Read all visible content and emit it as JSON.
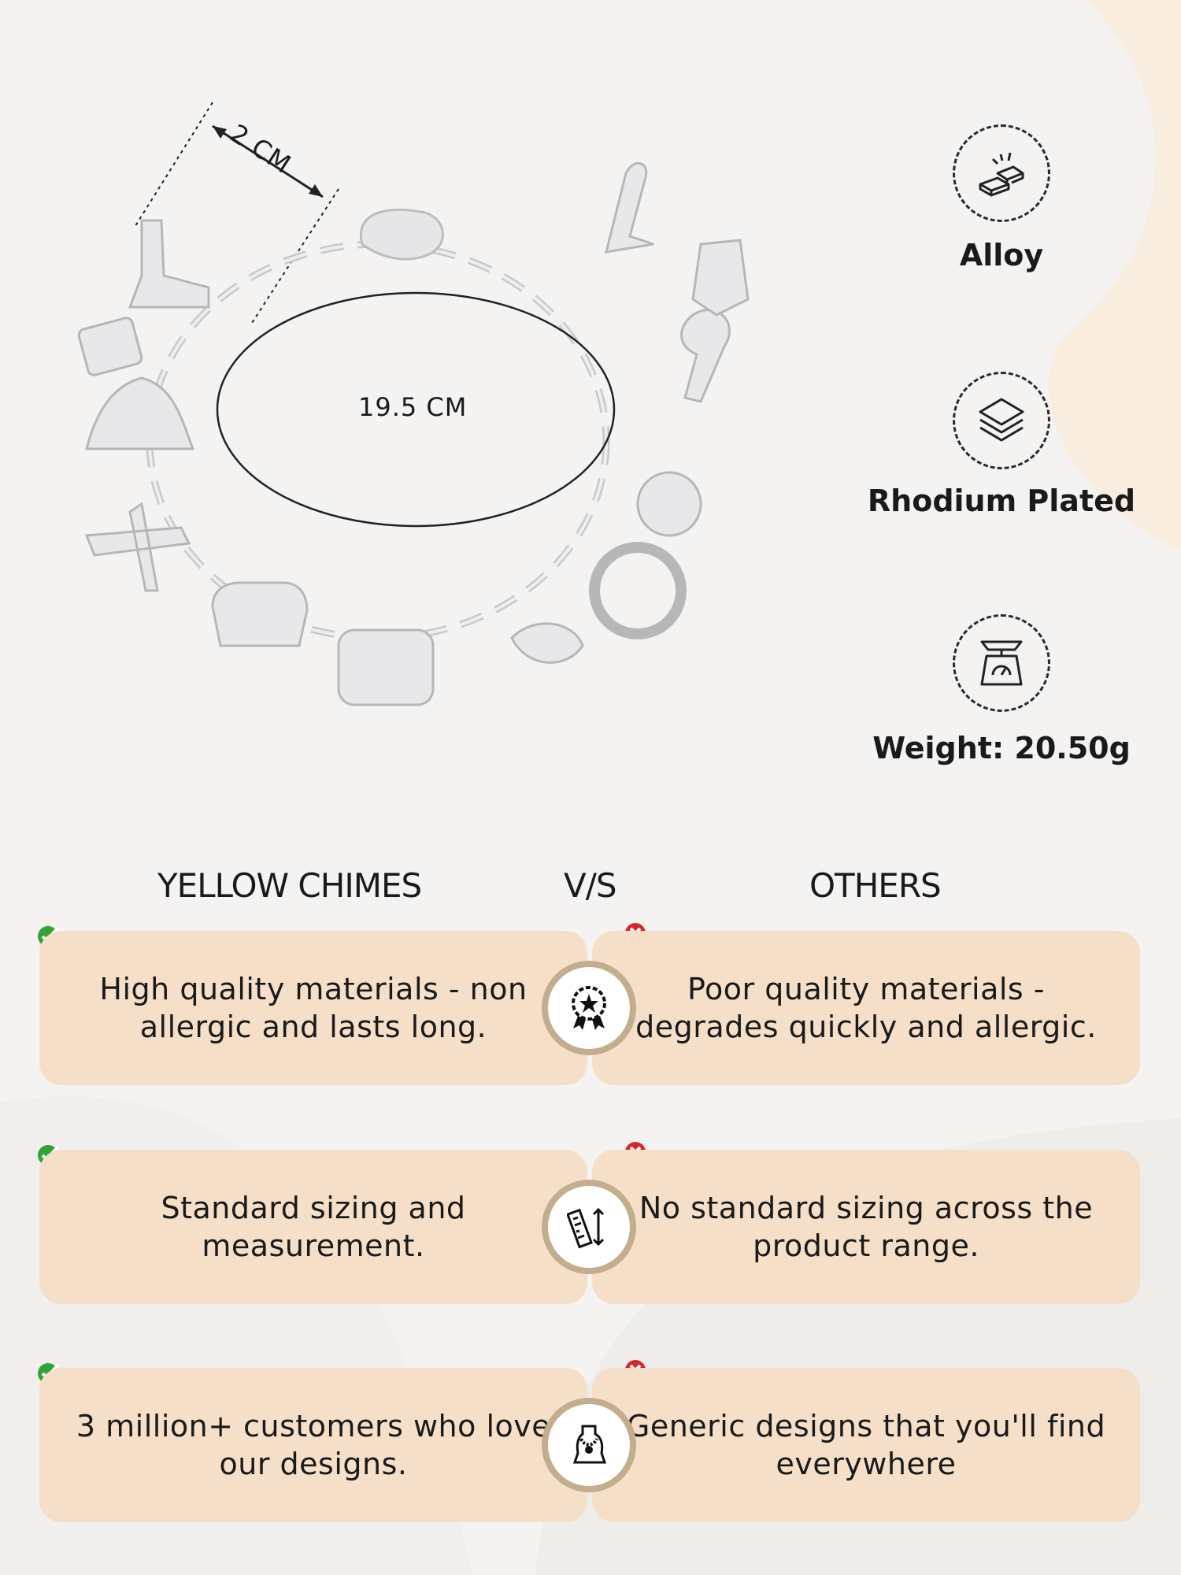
{
  "product": {
    "width_label": "2 CM",
    "length_label": "19.5 CM"
  },
  "features": [
    {
      "label": "Alloy",
      "icon": "gold-bars-icon"
    },
    {
      "label": "Rhodium  Plated",
      "icon": "layers-icon"
    },
    {
      "label": "Weight: 20.50g",
      "icon": "weighing-scale-icon"
    }
  ],
  "comparison": {
    "brand_heading": "YELLOW CHIMES",
    "vs_heading": "V/S",
    "others_heading": "OTHERS",
    "rows": [
      {
        "brand_text": "High quality materials - non allergic and lasts long.",
        "icon": "quality-badge-icon",
        "others_text": "Poor quality materials - degrades quickly and allergic."
      },
      {
        "brand_text": "Standard sizing and measurement.",
        "icon": "ruler-icon",
        "others_text": "No standard sizing across the product range."
      },
      {
        "brand_text": "3 million+ customers who love our designs.",
        "icon": "jewelry-bust-icon",
        "others_text": "Generic designs that you'll find everywhere"
      }
    ]
  },
  "colors": {
    "card": "#f5dfc9",
    "check": "#2fa33a",
    "cross": "#d6262e",
    "ring": "#c2ad8f"
  }
}
